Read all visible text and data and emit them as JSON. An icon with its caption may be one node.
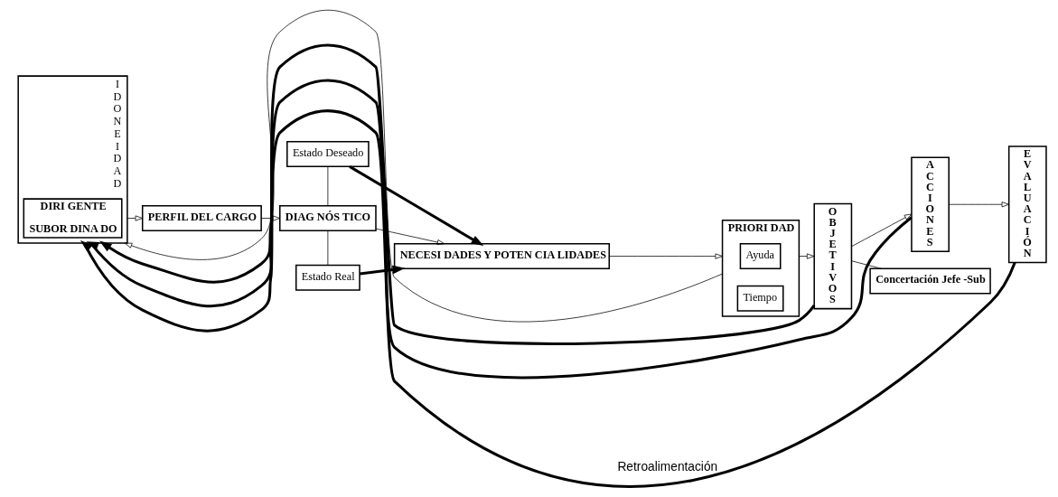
{
  "diagram": {
    "nodes": [
      {
        "text": [
          "I D O N E I D A D"
        ]
      },
      {
        "text": [
          "DIRI GENTE",
          "SUBOR DINA DO"
        ],
        "in": 0
      },
      {
        "text": [
          "PERFIL DEL CARGO"
        ]
      },
      {
        "text": [
          "Estado Deseado"
        ]
      },
      {
        "text": [
          "DIAG NÓS TICO"
        ]
      },
      {
        "text": [
          "Estado Real"
        ]
      },
      {
        "text": [
          "NECESI DADES Y POTEN CIA LIDADES"
        ]
      },
      {
        "text": [
          "PRIORI DAD"
        ]
      },
      {
        "text": [
          "Ayuda"
        ],
        "in": 7
      },
      {
        "text": [
          "Tiempo"
        ],
        "in": 7
      },
      {
        "text": [
          "O B J E T I V O S"
        ]
      },
      {
        "text": [
          "A C C I O N E S"
        ]
      },
      {
        "text": [
          "E V A L U A C I Ó N"
        ]
      },
      {
        "text": [
          "Concertación Jefe -Sub"
        ]
      }
    ],
    "edges": [
      {
        "from": 0,
        "to": 2,
        "arrow": "to"
      },
      {
        "from": 2,
        "to": 4,
        "arrow": "to"
      },
      {
        "from": 4,
        "to": 6,
        "arrow": "to"
      },
      {
        "from": 6,
        "to": 7,
        "arrow": "to"
      },
      {
        "from": 7,
        "to": 10,
        "arrow": "to"
      },
      {
        "from": 10,
        "to": 11,
        "arrow": "to"
      },
      {
        "from": 11,
        "to": 12,
        "arrow": "to"
      },
      {
        "from": 3,
        "to": 4,
        "arrow": "none"
      },
      {
        "from": 4,
        "to": 5,
        "arrow": "none"
      },
      {
        "from": 3,
        "to": 6,
        "arrow": "to",
        "style": "thick"
      },
      {
        "from": 5,
        "to": 6,
        "arrow": "to",
        "style": "thick"
      },
      {
        "from": 10,
        "to": 13,
        "arrow": "none"
      },
      {
        "from": 12,
        "to": 0,
        "arrow": "to",
        "style": "thick",
        "label": "Retroalimentación"
      },
      {
        "from": 11,
        "to": 0,
        "arrow": "to",
        "style": "thick"
      },
      {
        "from": 10,
        "to": 0,
        "arrow": "to",
        "style": "thick"
      },
      {
        "from": 7,
        "to": 0,
        "arrow": "to"
      }
    ]
  }
}
